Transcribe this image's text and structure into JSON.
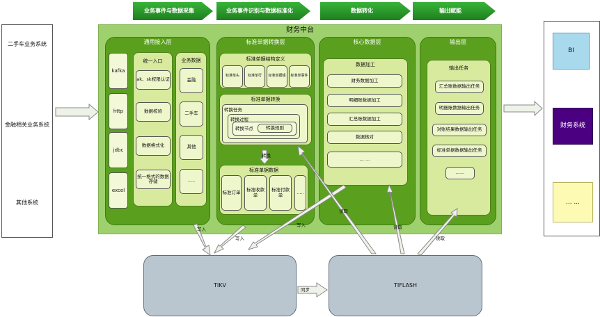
{
  "banners": [
    "业务事件与数据采集",
    "业务事件识别与数据标准化",
    "数据转化",
    "输出赋能"
  ],
  "sources": [
    "二手车业务系统",
    "金融相关业务系统",
    "其他系统"
  ],
  "platform_title": "财务中台",
  "layer1": {
    "title": "通用接入层",
    "connectors": [
      "kafka",
      "http",
      "jdbc",
      "excel"
    ],
    "unified_title": "统一入口",
    "unified_items": [
      "ak、sk权限认证",
      "数据校验",
      "数据格式化",
      "统一格式的数据存储"
    ],
    "biz_title": "业务数据",
    "biz_items": [
      "金融",
      "二手车",
      "其他",
      "....."
    ]
  },
  "layer2": {
    "title": "标准单据转换层",
    "struct_title": "标准单据结构定义",
    "struct_items": [
      "标准单头",
      "标准单行",
      "标准单据组",
      "标准单事件"
    ],
    "convert_title": "标准单据转换",
    "task_title": "转换任务",
    "process_title": "转换过程",
    "node_title": "转换节点",
    "rule_title": "转换规则",
    "arrow_label": "转换",
    "std_title": "标准单据数据",
    "std_items": [
      "标准订单",
      "标准收款单",
      "标准付款单",
      "....."
    ]
  },
  "layer3": {
    "title": "核心数据层",
    "proc_title": "数据加工",
    "proc_items": [
      "财务数据加工",
      "明细账数据加工",
      "汇总账数据加工",
      "数据核对",
      "... ..."
    ]
  },
  "layer4": {
    "title": "输出层",
    "task_title": "输出任务",
    "task_items": [
      "汇总账数据输出任务",
      "明细账数据输出任务",
      "对账结果数据输出任务",
      "标准单据数据输出任务",
      "......"
    ]
  },
  "outputs": [
    "BI",
    "财务系统",
    "... ..."
  ],
  "storage": {
    "tikv": "TIKV",
    "tiflash": "TIFLASH",
    "sync_label": "同步"
  },
  "arrow_labels": {
    "write1": "写入",
    "write2": "写入",
    "write3": "写入",
    "read1": "读取",
    "read2": "读取",
    "read3": "读取"
  },
  "colors": {
    "banner": "#2e9a2e",
    "platform": "#9fd06e",
    "layer": "#5aa01e",
    "bi": "#a9d9ec",
    "finance": "#4b0082",
    "other": "#fdfbb3"
  }
}
